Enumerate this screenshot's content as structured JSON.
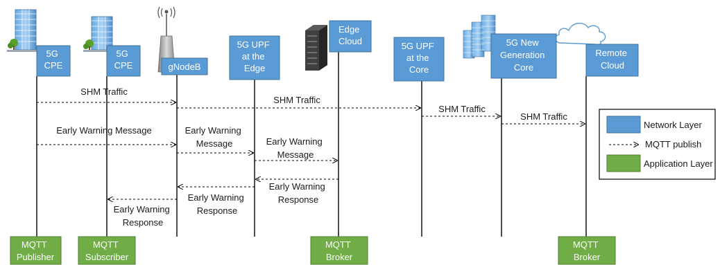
{
  "colors": {
    "network_layer": "#5b9bd5",
    "network_layer_border": "#41719c",
    "application_layer": "#70ad47",
    "application_layer_border": "#507e32",
    "lifeline": "#000000"
  },
  "network_nodes": [
    {
      "lines": [
        "5G",
        "CPE"
      ],
      "icon": "building-icon"
    },
    {
      "lines": [
        "5G",
        "CPE"
      ],
      "icon": "building-icon"
    },
    {
      "lines": [
        "gNodeB"
      ],
      "icon": "antenna-tower-icon"
    },
    {
      "lines": [
        "5G UPF",
        "at the",
        "Edge"
      ],
      "icon": ""
    },
    {
      "lines": [
        "Edge",
        "Cloud"
      ],
      "icon": "server-rack-icon"
    },
    {
      "lines": [
        "5G UPF",
        "at the",
        "Core"
      ],
      "icon": ""
    },
    {
      "lines": [
        "5G New",
        "Generation",
        "Core"
      ],
      "icon": "datacenter-buildings-icon"
    },
    {
      "lines": [
        "Remote",
        "Cloud"
      ],
      "icon": "cloud-icon"
    }
  ],
  "application_nodes": [
    {
      "lines": [
        "MQTT",
        "Publisher"
      ]
    },
    {
      "lines": [
        "MQTT",
        "Subscriber"
      ]
    },
    {
      "lines": [
        "MQTT",
        "Broker"
      ]
    },
    {
      "lines": [
        "MQTT",
        "Broker"
      ]
    }
  ],
  "messages": [
    {
      "lines": [
        "SHM Traffic"
      ]
    },
    {
      "lines": [
        "SHM Traffic"
      ]
    },
    {
      "lines": [
        "SHM Traffic"
      ]
    },
    {
      "lines": [
        "SHM Traffic"
      ]
    },
    {
      "lines": [
        "Early Warning Message"
      ]
    },
    {
      "lines": [
        "Early Warning",
        "Message"
      ]
    },
    {
      "lines": [
        "Early Warning",
        "Message"
      ]
    },
    {
      "lines": [
        "Early Warning",
        "Response"
      ]
    },
    {
      "lines": [
        "Early Warning",
        "Response"
      ]
    },
    {
      "lines": [
        "Early Warning",
        "Response"
      ]
    }
  ],
  "legend": {
    "network_layer": "Network Layer",
    "mqtt_publish": "MQTT publish",
    "application_layer": "Application Layer"
  }
}
